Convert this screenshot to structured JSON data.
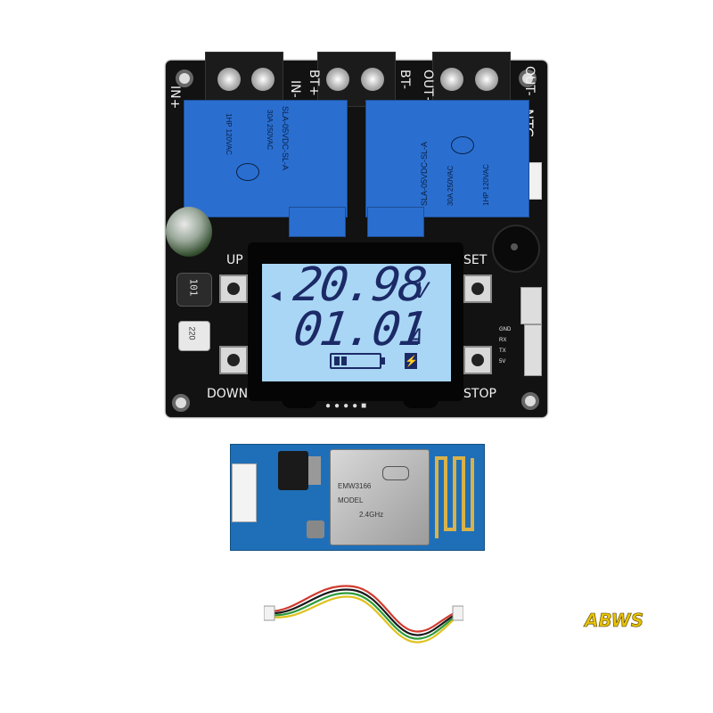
{
  "board": {
    "terminals": {
      "in_plus": "IN+",
      "in_minus": "IN-",
      "bt_plus": "BT+",
      "bt_minus": "BT-",
      "out_plus": "OUT+",
      "out_minus": "OUT-",
      "ntc": "NTC"
    },
    "relays": [
      {
        "model": "SLA-05VDC-SL-A",
        "rating1": "30A 250VAC",
        "rating2": "1HP 120VAC"
      },
      {
        "model": "SLA-05VDC-SL-A",
        "rating1": "30A 250VAC",
        "rating2": "1HP 120VAC"
      }
    ],
    "buttons": {
      "up": "UP",
      "down": "DOWN",
      "set": "SET",
      "stop": "STOP"
    },
    "header_pins": [
      "GND",
      "RX",
      "TX",
      "5V"
    ],
    "lcd": {
      "voltage": "20.98",
      "voltage_unit": "V",
      "current": "01.01",
      "current_unit": "A"
    },
    "inductor_label": "101",
    "capacitor_label": "220"
  },
  "wifi_module": {
    "line1": "EMW3166",
    "line2": "MODEL",
    "line3": "2.4GHz"
  },
  "watermark": "ABWS",
  "colors": {
    "pcb": "#121212",
    "relay": "#2a6fd0",
    "lcd_bg": "#a9d6f5",
    "lcd_text": "#1b2a66",
    "module_pcb": "#1f6fb8",
    "watermark": "#e8c200"
  }
}
